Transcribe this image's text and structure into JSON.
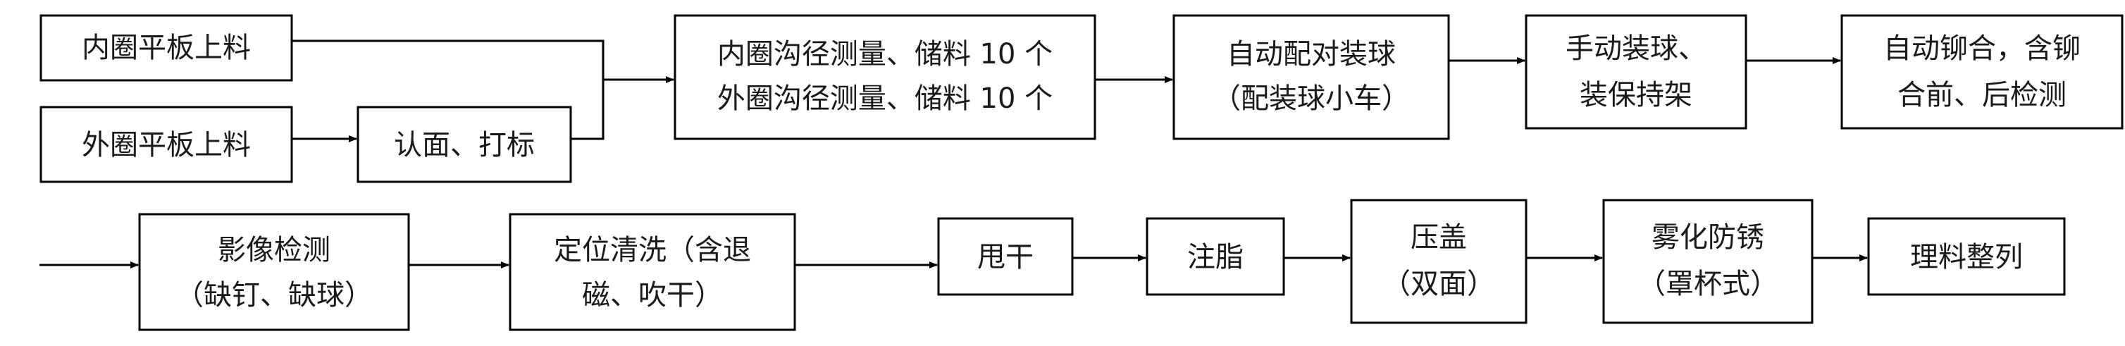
{
  "diagram": {
    "type": "process-flowchart",
    "steps": {
      "inner_ring_loading": "内圈平板上料",
      "outer_ring_loading": "外圈平板上料",
      "face_marking": "认面、打标",
      "groove_measure_line1": "内圈沟径测量、储料 10 个",
      "groove_measure_line2": "外圈沟径测量、储料 10 个",
      "auto_pairing_line1": "自动配对装球",
      "auto_pairing_line2": "（配装球小车）",
      "manual_ball_line1": "手动装球、",
      "manual_ball_line2": "装保持架",
      "riveting_line1": "自动铆合，含铆",
      "riveting_line2": "合前、后检测",
      "image_inspection_line1": "影像检测",
      "image_inspection_line2": "（缺钉、缺球）",
      "cleaning_line1": "定位清洗（含退",
      "cleaning_line2": "磁、吹干）",
      "spin_dry": "甩干",
      "grease_injection": "注脂",
      "capping_line1": "压盖",
      "capping_line2": "（双面）",
      "anti_rust_line1": "雾化防锈",
      "anti_rust_line2": "（罩杯式）",
      "sorting": "理料整列"
    }
  }
}
